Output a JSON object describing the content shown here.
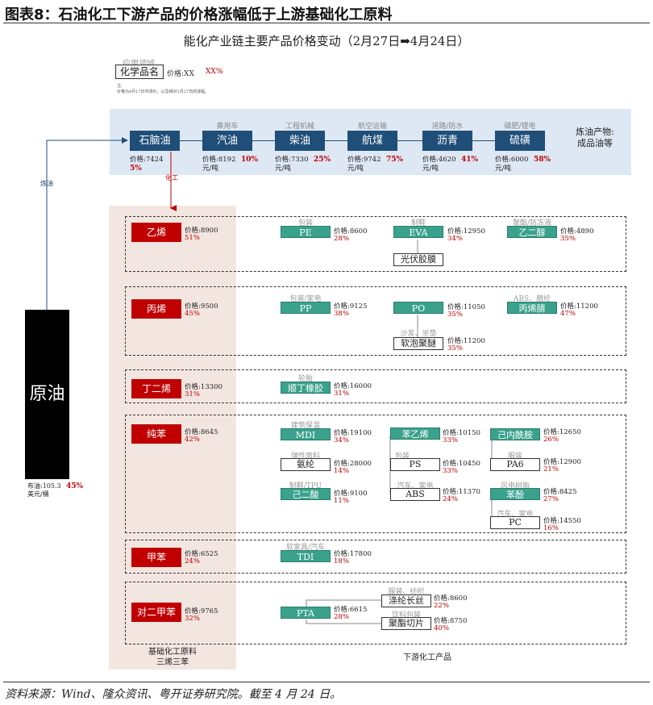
{
  "header": {
    "title": "图表8：石油化工下游产品的价格涨幅低于上游基础化工原料"
  },
  "diagram_title": "能化产业链主要产品价格变动（2月27日➡4月24日）",
  "legend": {
    "category": "应用领域",
    "product": "化学品名",
    "price": "价格:XX",
    "pct": "XX%",
    "note1": "注:",
    "note2": "价格为4月17日市场价，以及相对2月27日的涨幅。"
  },
  "refining": {
    "naphtha": {
      "name": "石脑油",
      "price": "价格:7424",
      "pct": "5%"
    },
    "products": [
      {
        "cat": "乘用车",
        "name": "汽油",
        "price": "价格:8192",
        "unit": "元/吨",
        "pct": "10%"
      },
      {
        "cat": "工程机械",
        "name": "柴油",
        "price": "价格:7330",
        "unit": "元/吨",
        "pct": "25%"
      },
      {
        "cat": "航空运输",
        "name": "航煤",
        "price": "价格:9742",
        "unit": "元/吨",
        "pct": "75%"
      },
      {
        "cat": "道路/防水",
        "name": "沥青",
        "price": "价格:4620",
        "unit": "元/吨",
        "pct": "41%"
      },
      {
        "cat": "磷肥/锂电",
        "name": "硫磺",
        "price": "价格:6000",
        "unit": "元/吨",
        "pct": "58%"
      }
    ],
    "side_note1": "炼油产物:",
    "side_note2": "成品油等"
  },
  "labels": {
    "refine": "炼油",
    "chem": "化工"
  },
  "crude": {
    "name": "原油",
    "price": "布油:105.3",
    "unit": "美元/桶",
    "pct": "45%"
  },
  "groups": [
    {
      "name": "乙烯",
      "price": "价格:8900",
      "pct": "51%",
      "items": [
        {
          "cat": "包装",
          "name": "PE",
          "price": "价格:8600",
          "pct": "28%"
        },
        {
          "cat": "制鞋",
          "name": "EVA",
          "price": "价格:12950",
          "pct": "34%"
        },
        {
          "cat": "聚酯/防冻液",
          "name": "乙二醇",
          "price": "价格:4890",
          "pct": "35%"
        }
      ],
      "sub": {
        "name": "光伏胶膜"
      }
    },
    {
      "name": "丙烯",
      "price": "价格:9500",
      "pct": "45%",
      "items": [
        {
          "cat": "包装/家电",
          "name": "PP",
          "price": "价格:9125",
          "pct": "38%"
        },
        {
          "cat": "",
          "name": "PO",
          "price": "价格:11050",
          "pct": "35%"
        },
        {
          "cat": "ABS、腈纶",
          "name": "丙烯腈",
          "price": "价格:11200",
          "pct": "47%"
        }
      ],
      "sub": {
        "cat": "沙发、坐垫",
        "name": "软泡聚醚",
        "price": "价格:11200",
        "pct": "35%"
      }
    },
    {
      "name": "丁二烯",
      "price": "价格:13300",
      "pct": "31%",
      "items": [
        {
          "cat": "轮胎",
          "name": "顺丁橡胶",
          "price": "价格:16000",
          "pct": "31%"
        }
      ]
    },
    {
      "name": "纯苯",
      "price": "价格:8645",
      "pct": "42%",
      "col1": [
        {
          "cat": "建筑保温",
          "name": "MDI",
          "price": "价格:19100",
          "pct": "34%",
          "green": true
        },
        {
          "cat": "弹性面料",
          "name": "氨纶",
          "price": "价格:28000",
          "pct": "14%",
          "green": false
        },
        {
          "cat": "制鞋/TPU",
          "name": "己二酸",
          "price": "价格:9100",
          "pct": "11%",
          "green": true
        }
      ],
      "col2": [
        {
          "cat": "",
          "name": "苯乙烯",
          "price": "价格:10150",
          "pct": "33%",
          "green": true
        },
        {
          "cat": "包装",
          "name": "PS",
          "price": "价格:10450",
          "pct": "33%",
          "green": false
        },
        {
          "cat": "汽车、家电",
          "name": "ABS",
          "price": "价格:11370",
          "pct": "24%",
          "green": false
        }
      ],
      "col3": [
        {
          "cat": "",
          "name": "己内酰胺",
          "price": "价格:12650",
          "pct": "26%",
          "green": true
        },
        {
          "cat": "服装",
          "name": "PA6",
          "price": "价格:12900",
          "pct": "21%",
          "green": false
        },
        {
          "cat": "风电树脂",
          "name": "苯酚",
          "price": "价格:8425",
          "pct": "27%",
          "green": true
        },
        {
          "cat": "汽车、家电",
          "name": "PC",
          "price": "价格:14550",
          "pct": "16%",
          "green": false
        }
      ]
    },
    {
      "name": "甲苯",
      "price": "价格:6525",
      "pct": "24%",
      "items": [
        {
          "cat": "软家具/汽车",
          "name": "TDI",
          "price": "价格:17800",
          "pct": "18%"
        }
      ]
    },
    {
      "name": "对二甲苯",
      "price": "价格:9765",
      "pct": "32%",
      "items": [
        {
          "cat": "",
          "name": "PTA",
          "price": "价格:6615",
          "pct": "28%"
        }
      ],
      "subs": [
        {
          "cat": "服装、纺织",
          "name": "涤纶长丝",
          "price": "价格:8600",
          "pct": "22%"
        },
        {
          "cat": "饮料包装",
          "name": "聚酯切片",
          "price": "价格:8750",
          "pct": "40%"
        }
      ]
    }
  ],
  "footer_labels": {
    "basic1": "基础化工原料",
    "basic2": "三烯三苯",
    "down": "下游化工产品"
  },
  "source": "资料来源：Wind、隆众资讯、粤开证券研究院。截至 4 月 24 日。",
  "colors": {
    "navy": "#1f4e79",
    "red": "#c00000",
    "green": "#3aa28c",
    "refine_bg": "#dde8f4",
    "basic_bg": "#f3e6e0"
  }
}
